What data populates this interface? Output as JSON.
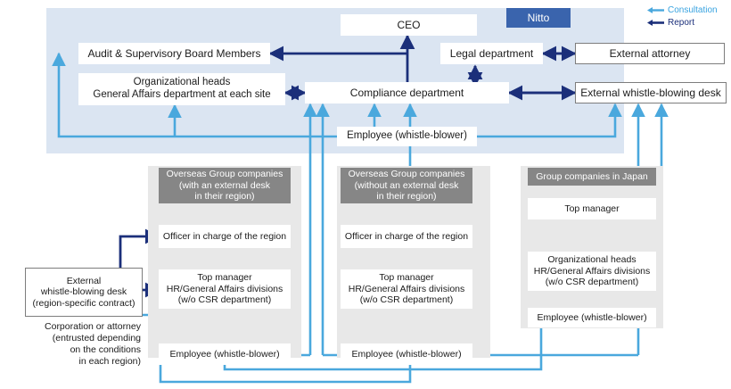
{
  "diagram": {
    "title": "Whistle-blowing / Compliance reporting structure",
    "colors": {
      "consultation": "#4aa8dd",
      "report": "#1b2f7a",
      "nitto_panel": "#dbe5f2",
      "nitto_tag": "#3a64ad",
      "group_header": "#868686",
      "group_panel": "#e8e8e8",
      "box_border": "#7d7d7d"
    }
  },
  "legend": {
    "items": [
      {
        "label": "Consultation",
        "color": "#4aa8dd"
      },
      {
        "label": "Report",
        "color": "#1b2f7a"
      }
    ]
  },
  "nitto": {
    "tag": "Nitto",
    "nodes": {
      "ceo": "CEO",
      "audit_board": "Audit & Supervisory Board Members",
      "org_heads": "Organizational heads\nGeneral Affairs department at each site",
      "legal": "Legal department",
      "compliance": "Compliance department",
      "employee": "Employee (whistle-blower)"
    }
  },
  "external": {
    "attorney": "External attorney",
    "whistle_desk": "External whistle-blowing desk",
    "region_desk": "External\nwhistle-blowing desk\n(region-specific contract)",
    "region_note": "Corporation or attorney\n(entrusted depending\non the conditions\nin each region)"
  },
  "groups": [
    {
      "id": "overseas-with-desk",
      "header": "Overseas Group companies\n(with an external desk\nin their region)",
      "nodes": [
        "Officer in charge of the region",
        "Top manager\nHR/General Affairs divisions\n(w/o CSR department)",
        "Employee (whistle-blower)"
      ]
    },
    {
      "id": "overseas-without-desk",
      "header": "Overseas Group companies\n(without an external desk\nin their region)",
      "nodes": [
        "Officer in charge of the region",
        "Top manager\nHR/General Affairs divisions\n(w/o CSR department)",
        "Employee (whistle-blower)"
      ]
    },
    {
      "id": "japan",
      "header": "Group companies in Japan",
      "nodes": [
        "Top manager",
        "Organizational heads\nHR/General Affairs divisions\n(w/o CSR department)",
        "Employee (whistle-blower)"
      ]
    }
  ]
}
